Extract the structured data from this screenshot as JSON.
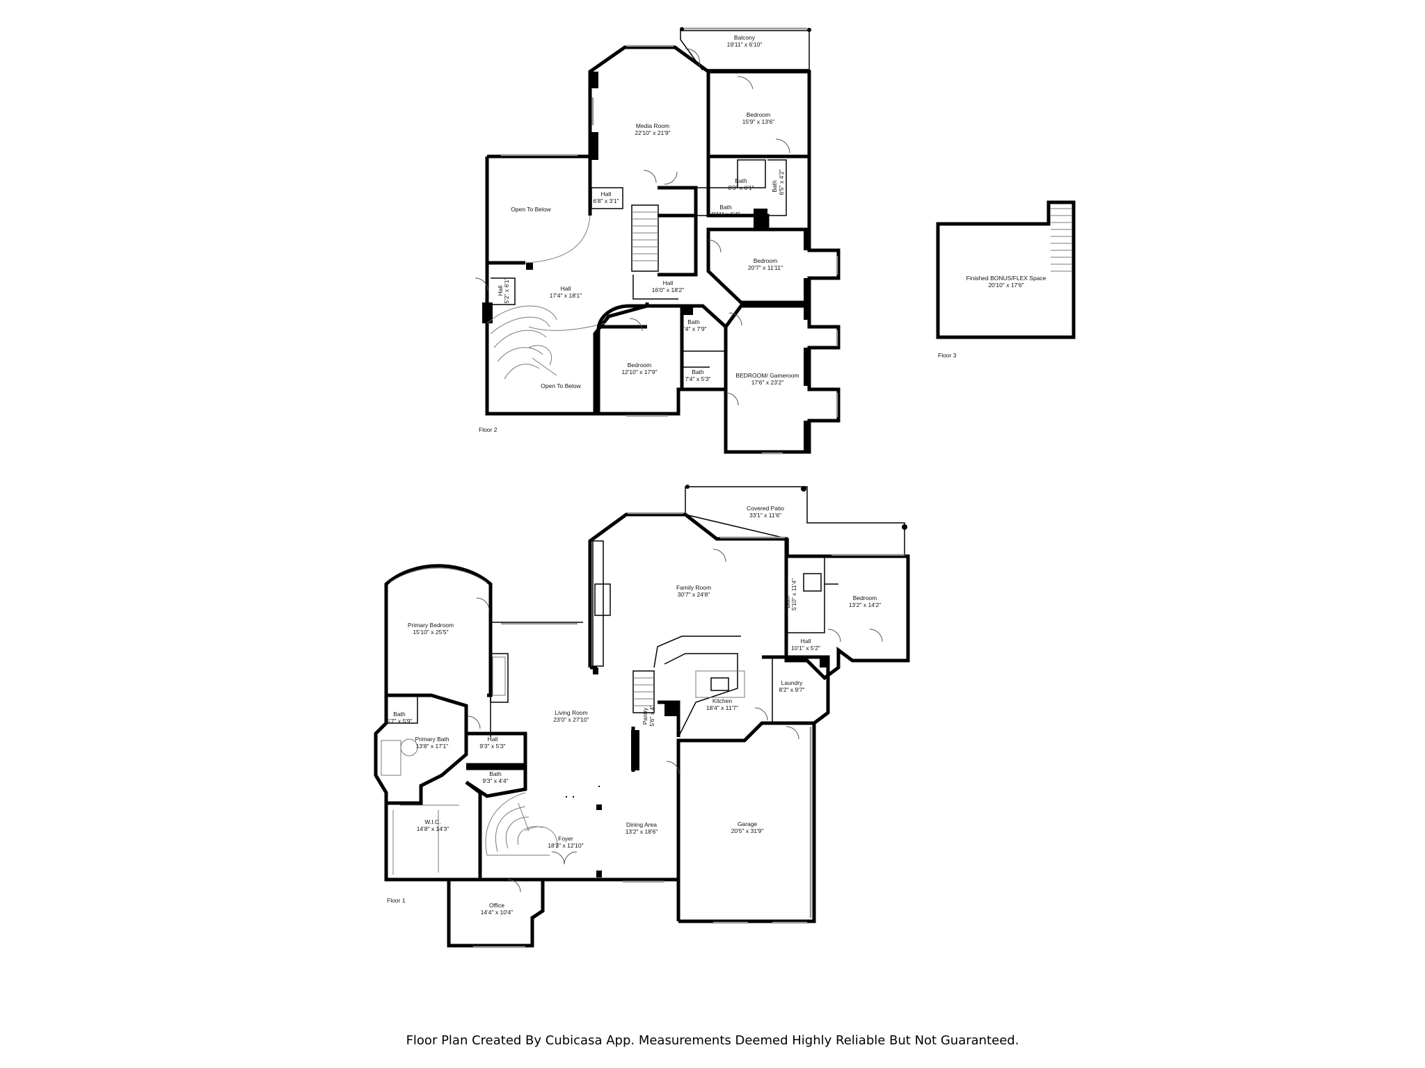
{
  "footer": "Floor Plan Created By Cubicasa App. Measurements Deemed Highly Reliable But Not Guaranteed.",
  "floors": {
    "floor1": "Floor 1",
    "floor2": "Floor 2",
    "floor3": "Floor 3"
  },
  "rooms": {
    "balcony": {
      "name": "Balcony",
      "dim": "19'11\" x 6'10\""
    },
    "media_room": {
      "name": "Media Room",
      "dim": "22'10\" x 21'9\""
    },
    "bedroom_f2_ne": {
      "name": "Bedroom",
      "dim": "15'9\" x 13'6\""
    },
    "open_below_1": {
      "name": "Open To Below"
    },
    "hall_f2_a": {
      "name": "Hall",
      "dim": "6'8\" x 3'1\""
    },
    "bath_f2_a": {
      "name": "Bath",
      "dim": "8'3\" x 6'1\""
    },
    "bath_f2_b": {
      "name": "Bath",
      "dim": "6'5\" x 4'2\""
    },
    "bath_f2_c": {
      "name": "Bath",
      "dim": "8'11\" x 6'4\""
    },
    "bedroom_f2_e": {
      "name": "Bedroom",
      "dim": "20'7\" x 11'11\""
    },
    "hall_f2_b": {
      "name": "Hall",
      "dim": "5'2\" x 6'1\""
    },
    "hall_f2_main": {
      "name": "Hall",
      "dim": "17'4\" x 18'1\""
    },
    "hall_f2_c": {
      "name": "Hall",
      "dim": "16'0\" x 18'2\""
    },
    "bath_f2_d": {
      "name": "Bath",
      "dim": "7'4\" x 7'9\""
    },
    "bath_f2_e": {
      "name": "Bath",
      "dim": "7'4\" x 5'3\""
    },
    "bedroom_f2_s": {
      "name": "Bedroom",
      "dim": "12'10\" x 17'9\""
    },
    "gameroom": {
      "name": "BEDROOM/ Gameroom",
      "dim": "17'6\" x 23'2\""
    },
    "open_below_2": {
      "name": "Open To Below"
    },
    "bonus": {
      "name": "Finished BONUS/FLEX Space",
      "dim": "20'10\" x 17'6\""
    },
    "covered_patio": {
      "name": "Covered Patio",
      "dim": "33'1\" x 11'6\""
    },
    "family_room": {
      "name": "Family Room",
      "dim": "30'7\" x 24'8\""
    },
    "bath_f1_guest": {
      "name": "Bath",
      "dim": "5'10\" x 11'4\""
    },
    "bedroom_f1": {
      "name": "Bedroom",
      "dim": "13'2\" x 14'2\""
    },
    "hall_f1_e": {
      "name": "Hall",
      "dim": "10'1\" x 5'2\""
    },
    "primary_bedroom": {
      "name": "Primary Bedroom",
      "dim": "15'10\" x 25'5\""
    },
    "living_room": {
      "name": "Living Room",
      "dim": "23'0\" x 27'10\""
    },
    "laundry": {
      "name": "Laundry",
      "dim": "8'2\" x 9'7\""
    },
    "kitchen": {
      "name": "Kitchen",
      "dim": "18'4\" x 11'7\""
    },
    "pantry": {
      "name": "Pantry",
      "dim": "5'6\" x 4'"
    },
    "bath_f1_wc": {
      "name": "Bath",
      "dim": "5'7\" x 5'9\""
    },
    "primary_bath": {
      "name": "Primary Bath",
      "dim": "13'8\" x 17'1\""
    },
    "hall_f1_w": {
      "name": "Hall",
      "dim": "9'3\" x 5'3\""
    },
    "bath_f1_half": {
      "name": "Bath",
      "dim": "9'3\" x 4'4\""
    },
    "wic": {
      "name": "W.I.C.",
      "dim": "14'8\" x 14'3\""
    },
    "foyer": {
      "name": "Foyer",
      "dim": "18'3\" x 12'10\""
    },
    "dining": {
      "name": "Dining Area",
      "dim": "13'2\" x 18'6\""
    },
    "garage": {
      "name": "Garage",
      "dim": "20'5\" x 31'9\""
    },
    "office": {
      "name": "Office",
      "dim": "14'4\" x 10'4\""
    }
  }
}
